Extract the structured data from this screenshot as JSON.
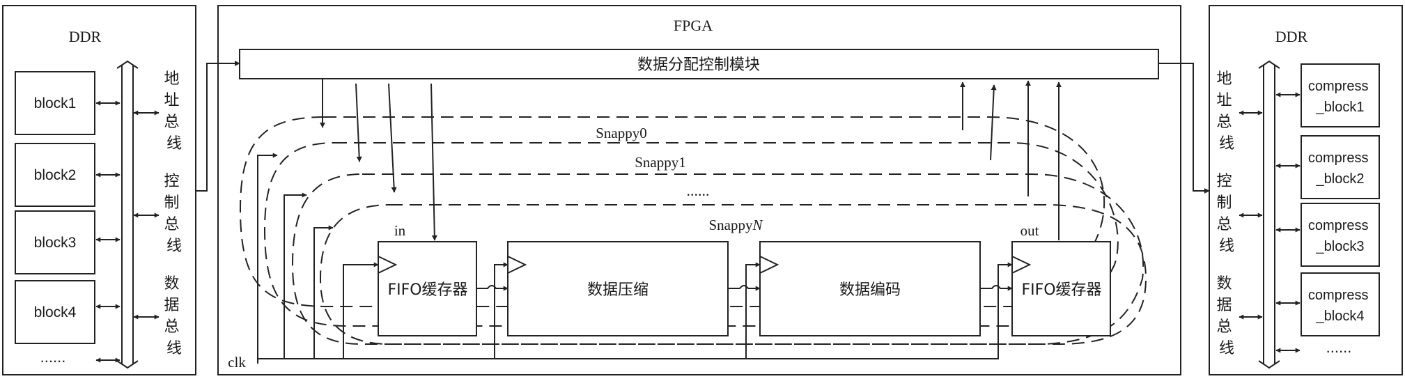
{
  "ddr_left": {
    "title": "DDR",
    "blocks": [
      "block1",
      "block2",
      "block3",
      "block4"
    ],
    "more": "......",
    "buses": [
      "地址总线",
      "控制总线",
      "数据总线"
    ]
  },
  "fpga": {
    "title": "FPGA",
    "dispatcher": "数据分配控制模块",
    "snappy_labels": [
      "Snappy0",
      "Snappy1",
      "......",
      "Snappy"
    ],
    "snappy_n_suffix": "N",
    "in_label": "in",
    "out_label": "out",
    "clk_label": "clk",
    "stages": [
      "FIFO缓存器",
      "数据压缩",
      "数据编码",
      "FIFO缓存器"
    ]
  },
  "ddr_right": {
    "title": "DDR",
    "blocks": [
      [
        "compress",
        "_block1"
      ],
      [
        "compress",
        "_block2"
      ],
      [
        "compress",
        "_block3"
      ],
      [
        "compress",
        "_block4"
      ]
    ],
    "more": "......",
    "buses": [
      "地址总线",
      "控制总线",
      "数据总线"
    ]
  }
}
